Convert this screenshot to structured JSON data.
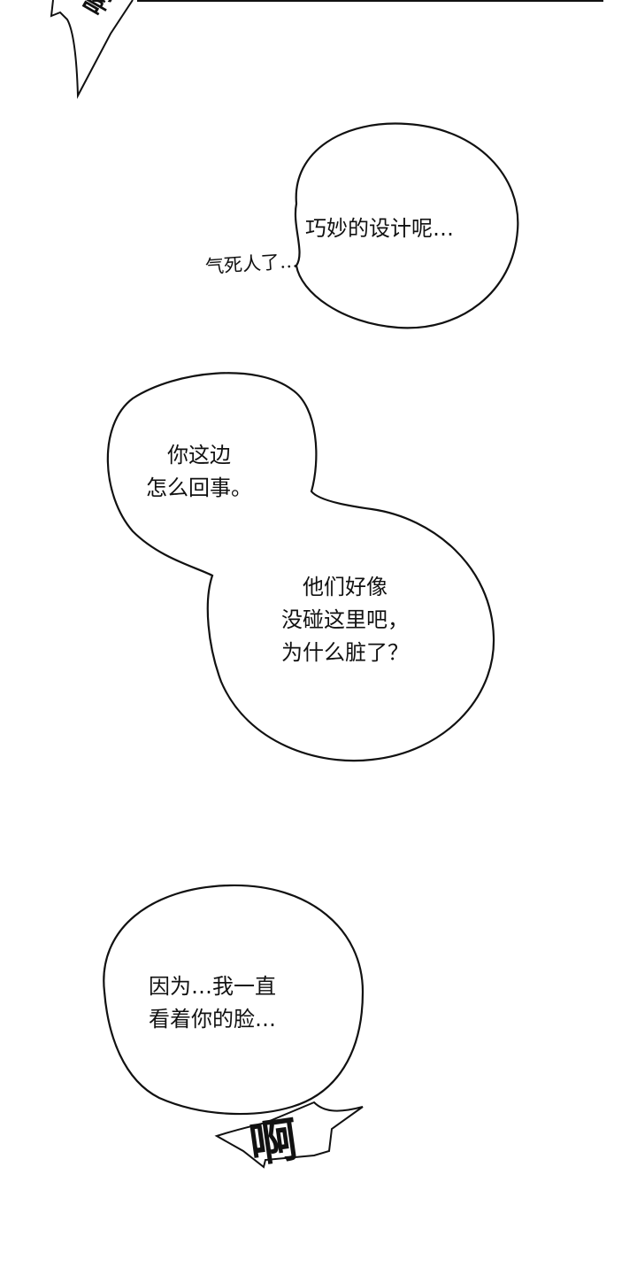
{
  "panels": {
    "top_sfx": "啊",
    "bubble1": {
      "text": "巧妙的设计呢…"
    },
    "aside1": {
      "text": "气死人了…"
    },
    "bubble2a": {
      "lines": [
        "你这边",
        "怎么回事。"
      ]
    },
    "bubble2b": {
      "lines": [
        "他们好像",
        "没碰这里吧，",
        "为什么脏了？"
      ]
    },
    "bubble3": {
      "lines": [
        "因为…我一直",
        "看着你的脸…"
      ]
    },
    "bottom_sfx": "啊"
  },
  "colors": {
    "ink": "#111111",
    "background": "#ffffff"
  }
}
